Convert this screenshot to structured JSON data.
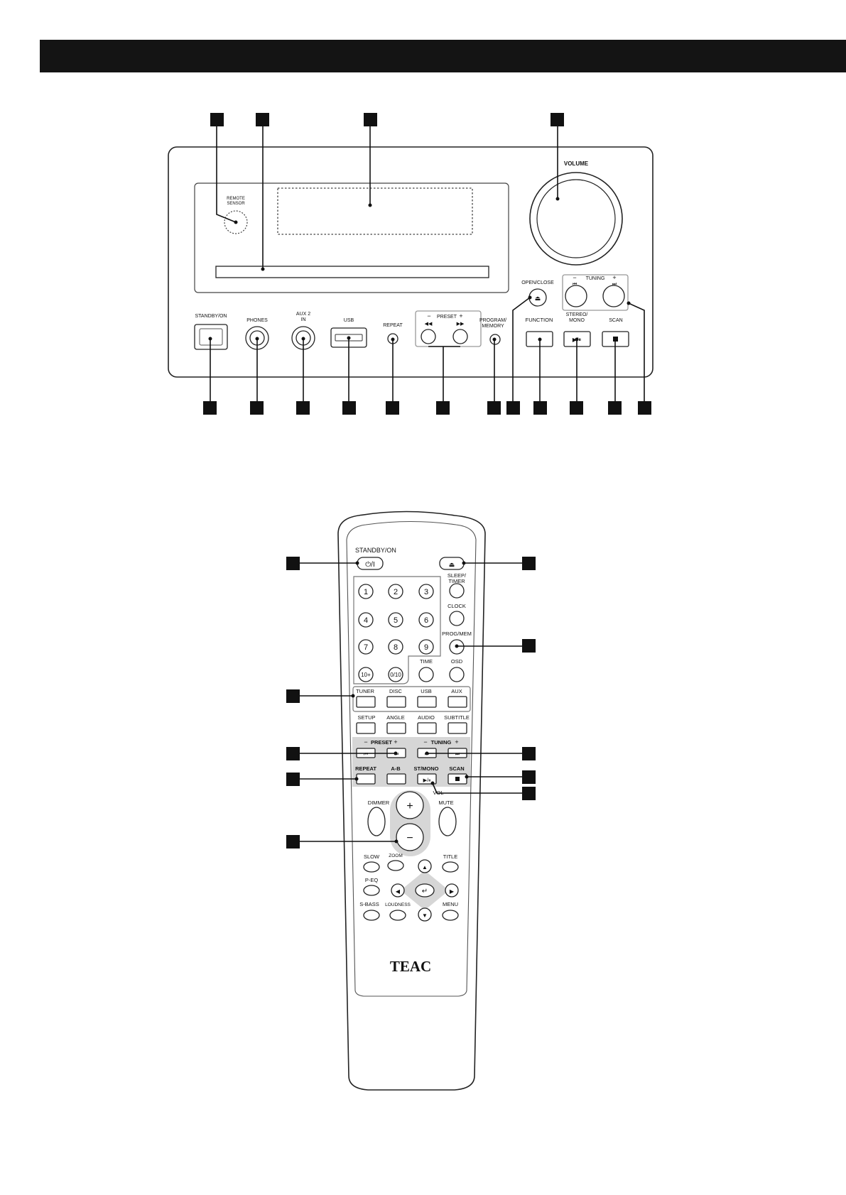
{
  "front_panel": {
    "volume_label": "VOLUME",
    "remote_sensor_label": [
      "REMOTE",
      "SENSOR"
    ],
    "open_close_label": "OPEN/CLOSE",
    "tuning_label": "TUNING",
    "tuning_minus": "−",
    "tuning_plus": "+",
    "preset_label": "PRESET",
    "preset_minus": "−",
    "preset_plus": "+",
    "standby_label": "STANDBY/ON",
    "phones_label": "PHONES",
    "aux2_label": [
      "AUX 2",
      "IN"
    ],
    "usb_label": "USB",
    "repeat_label": "REPEAT",
    "program_label": [
      "PROGRAM/",
      "MEMORY"
    ],
    "function_label": "FUNCTION",
    "stereo_label": [
      "STEREO/",
      "MONO"
    ],
    "scan_label": "SCAN"
  },
  "remote": {
    "standby_label": "STANDBY/ON",
    "sleep_label": [
      "SLEEP/",
      "TIMER"
    ],
    "clock_label": "CLOCK",
    "progmem_label": "PROG/MEM",
    "time_label": "TIME",
    "osd_label": "OSD",
    "numbers": [
      "1",
      "2",
      "3",
      "4",
      "5",
      "6",
      "7",
      "8",
      "9",
      "10+",
      "0/10"
    ],
    "source_labels": [
      "TUNER",
      "DISC",
      "USB",
      "AUX"
    ],
    "setup_labels": [
      "SETUP",
      "ANGLE",
      "AUDIO",
      "SUBTITLE"
    ],
    "preset_label": "PRESET",
    "tuning_label": "TUNING",
    "minus": "−",
    "plus": "+",
    "repeat_label": "REPEAT",
    "ab_label": "A-B",
    "stmono_label": "ST/MONO",
    "scan_label": "SCAN",
    "dimmer_label": "DIMMER",
    "vol_label": "VOL",
    "mute_label": "MUTE",
    "slow_label": "SLOW",
    "zoom_label": "ZOOM",
    "title_label": "TITLE",
    "peq_label": "P-EQ",
    "sbass_label": "S-BASS",
    "loudness_label": "LOUDNESS",
    "menu_label": "MENU",
    "brand": "TEAC"
  }
}
